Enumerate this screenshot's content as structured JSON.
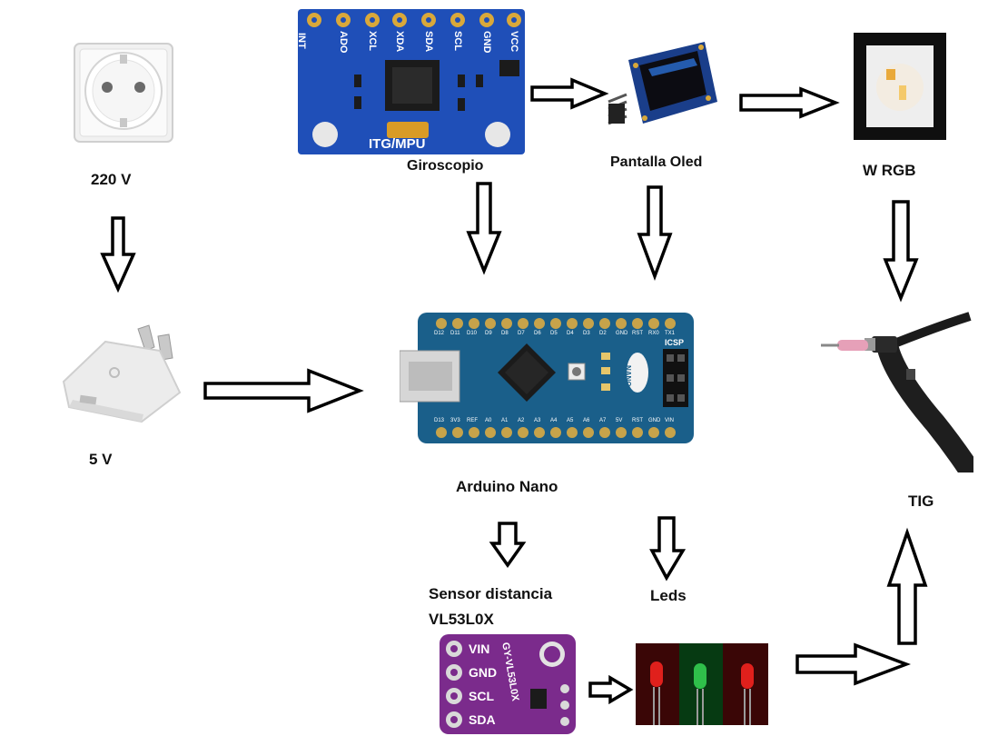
{
  "nodes": {
    "outlet": {
      "label": "220 V"
    },
    "charger": {
      "label": "5 V"
    },
    "gyro": {
      "label": "Giroscopio",
      "board_text": "ITG/MPU",
      "pins": [
        "INT",
        "ADO",
        "XCL",
        "XDA",
        "SDA",
        "SCL",
        "GND",
        "VCC"
      ]
    },
    "oled": {
      "label": "Pantalla Oled"
    },
    "rgb": {
      "label": "W RGB"
    },
    "arduino": {
      "label": "Arduino Nano",
      "board_text": "NANO",
      "icsp_text": "ICSP",
      "top_pins": [
        "D12",
        "D11",
        "D10",
        "D9",
        "D8",
        "D7",
        "D6",
        "D5",
        "D4",
        "D3",
        "D2",
        "GND",
        "RST",
        "RX0",
        "TX1"
      ],
      "bottom_pins": [
        "D13",
        "3V3",
        "REF",
        "A0",
        "A1",
        "A2",
        "A3",
        "A4",
        "A5",
        "A6",
        "A7",
        "5V",
        "RST",
        "GND",
        "VIN"
      ]
    },
    "tig": {
      "label": "TIG"
    },
    "sensor": {
      "label_line1": "Sensor distancia",
      "label_line2": "VL53L0X",
      "board_text": "GY-VL53L0X",
      "pins": [
        "VIN",
        "GND",
        "SCL",
        "SDA"
      ]
    },
    "leds": {
      "label": "Leds"
    }
  },
  "colors": {
    "gyro_board": "#1f4fb8",
    "arduino_board": "#1a5f8a",
    "sensor_board": "#7b2b8c",
    "led_red": "#e0201c",
    "led_green": "#2fbf4a",
    "gold": "#d9a83a"
  }
}
